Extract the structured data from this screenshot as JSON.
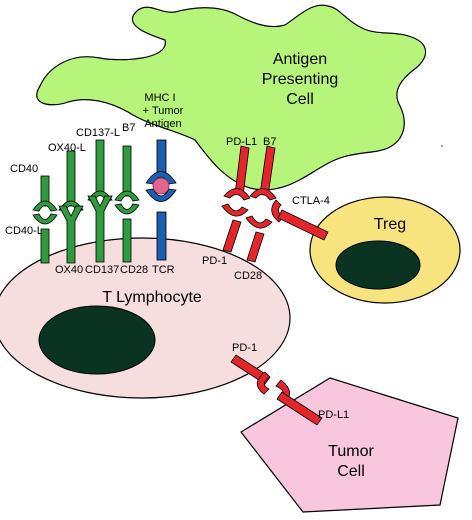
{
  "cells": {
    "apc": {
      "line1": "Antigen",
      "line2": "Presenting",
      "line3": "Cell",
      "color": "#b7f57a"
    },
    "t_lymphocyte": {
      "label": "T Lymphocyte",
      "color": "#f7dede"
    },
    "treg": {
      "label": "Treg",
      "color": "#f7e47e"
    },
    "tumor": {
      "line1": "Tumor",
      "line2": "Cell",
      "color": "#f8c7de"
    },
    "nucleus_color": "#0b3322"
  },
  "apc_labels": {
    "cd40": "CD40",
    "ox40l": "OX40-L",
    "cd137l": "CD137-L",
    "b7": "B7",
    "mhc_line1": "MHC I",
    "mhc_line2": "+ Tumor",
    "mhc_line3": "Antigen",
    "pdl1": "PD-L1",
    "b7_red": "B7"
  },
  "tcell_labels": {
    "cd40l": "CD40-L",
    "ox40": "OX40",
    "cd137": "CD137",
    "cd28": "CD28",
    "tcr": "TCR",
    "pd1": "PD-1",
    "cd28_red": "CD28",
    "pd1_lower": "PD-1"
  },
  "treg_labels": {
    "ctla4": "CTLA-4"
  },
  "tumor_labels": {
    "pdl1": "PD-L1"
  },
  "receptor_colors": {
    "costim": "#2f9a3e",
    "tcr": "#1a5fb0",
    "inhibitory": "#e3262b",
    "antigen": "#e0658f"
  }
}
